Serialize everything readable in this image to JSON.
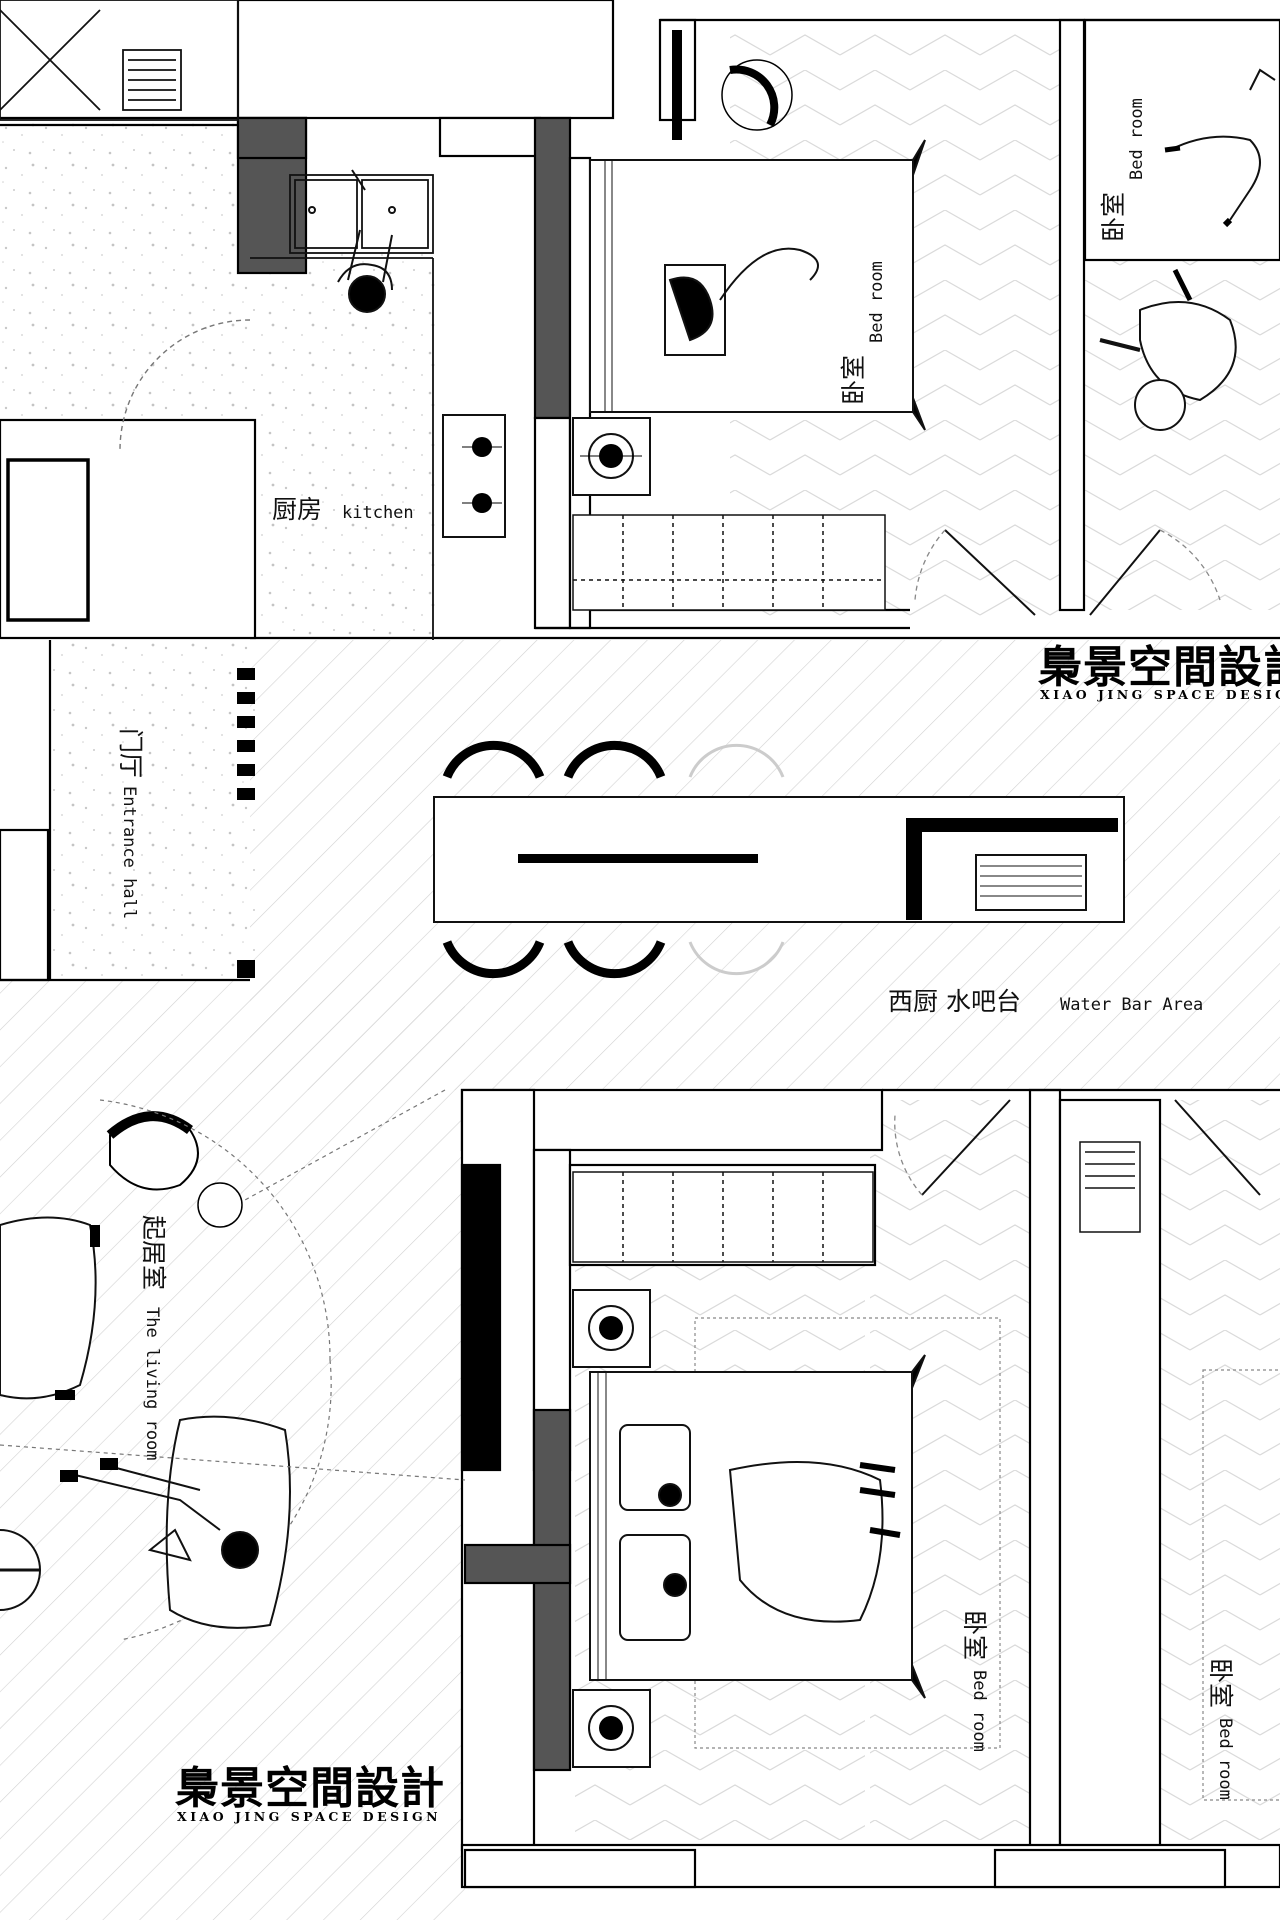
{
  "brand": {
    "name_zh": "梟景空間設計",
    "name_en": "XIAO JING SPACE DESIGN"
  },
  "rooms": {
    "kitchen": {
      "zh": "厨房",
      "en": "kitchen"
    },
    "entrance": {
      "zh": "门厅",
      "en": "Entrance hall"
    },
    "water_bar": {
      "zh": "西厨 水吧台",
      "en": "Water Bar Area"
    },
    "living": {
      "zh": "起居室",
      "en": "The living room"
    },
    "bedroom_top_mid": {
      "zh": "卧室",
      "en": "Bed room"
    },
    "bedroom_top_right": {
      "zh": "卧室",
      "en": "Bed room"
    },
    "bedroom_bottom_mid": {
      "zh": "卧室",
      "en": "Bed room"
    },
    "bedroom_bottom_right": {
      "zh": "卧室",
      "en": "Bed room"
    }
  },
  "colors": {
    "wall": "#000000",
    "wall_gray": "#555555",
    "line": "#1a1a1a",
    "floor": "#ffffff"
  },
  "icons": [
    "sink-icon",
    "stove-icon",
    "bed-icon",
    "person-icon",
    "chair-icon",
    "sofa-icon",
    "door-swing-icon",
    "bar-stool-icon"
  ]
}
